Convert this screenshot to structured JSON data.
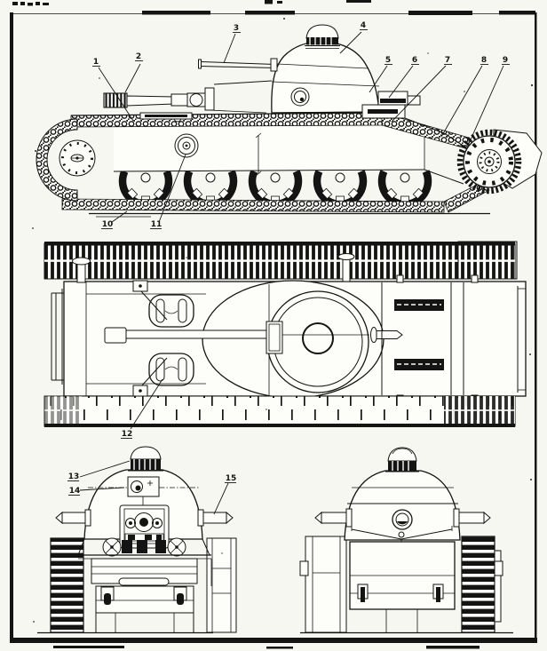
{
  "figure": {
    "kind": "scanned technical blueprint, four orthographic views of a light tank",
    "ink_color": "#141414",
    "paper_color": "#f7f7f2"
  },
  "callouts": {
    "side_top": [
      "1",
      "2",
      "3",
      "4",
      "5",
      "6",
      "7",
      "8",
      "9"
    ],
    "side_bottom": [
      "10",
      "11"
    ],
    "plan": [
      "12"
    ],
    "front": [
      "13",
      "14",
      "15"
    ]
  }
}
